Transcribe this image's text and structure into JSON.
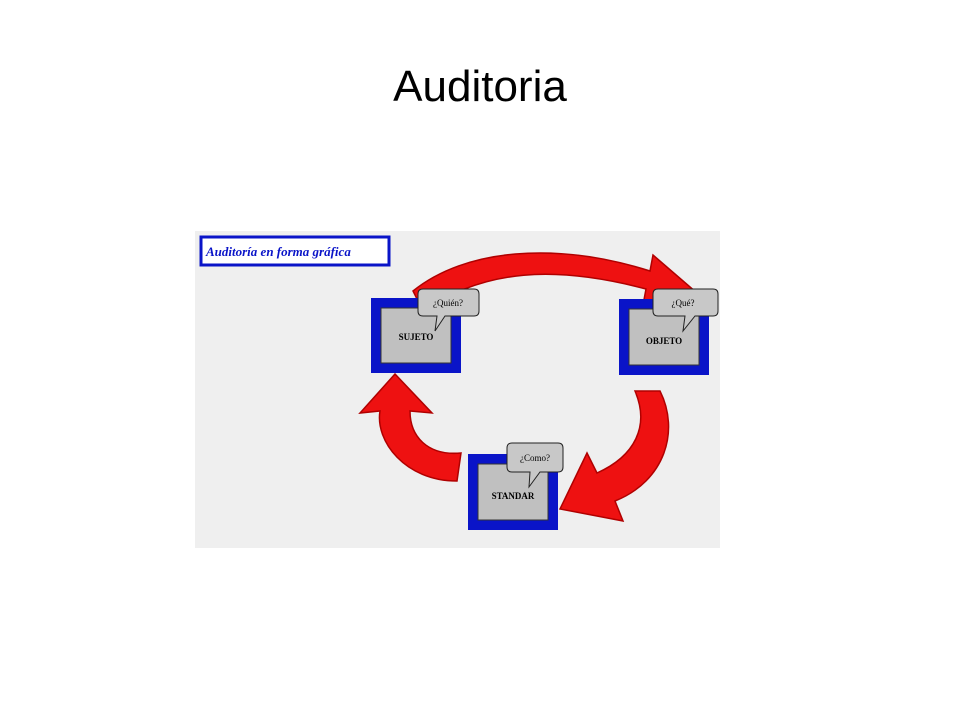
{
  "slide": {
    "title": "Auditoria"
  },
  "diagram": {
    "caption": "Auditoría en forma gráfica",
    "nodes": {
      "sujeto": {
        "label": "SUJETO",
        "bubble": "¿Quién?"
      },
      "objeto": {
        "label": "OBJETO",
        "bubble": "¿Qué?"
      },
      "standar": {
        "label": "STANDAR",
        "bubble": "¿Como?"
      }
    },
    "colors": {
      "background": "#efefef",
      "box_border": "#0a14c8",
      "box_fill": "#c0c0c0",
      "arrow": "#ee1111",
      "arrow_stroke": "#b00000",
      "bubble_fill": "#c8c8c8"
    }
  }
}
